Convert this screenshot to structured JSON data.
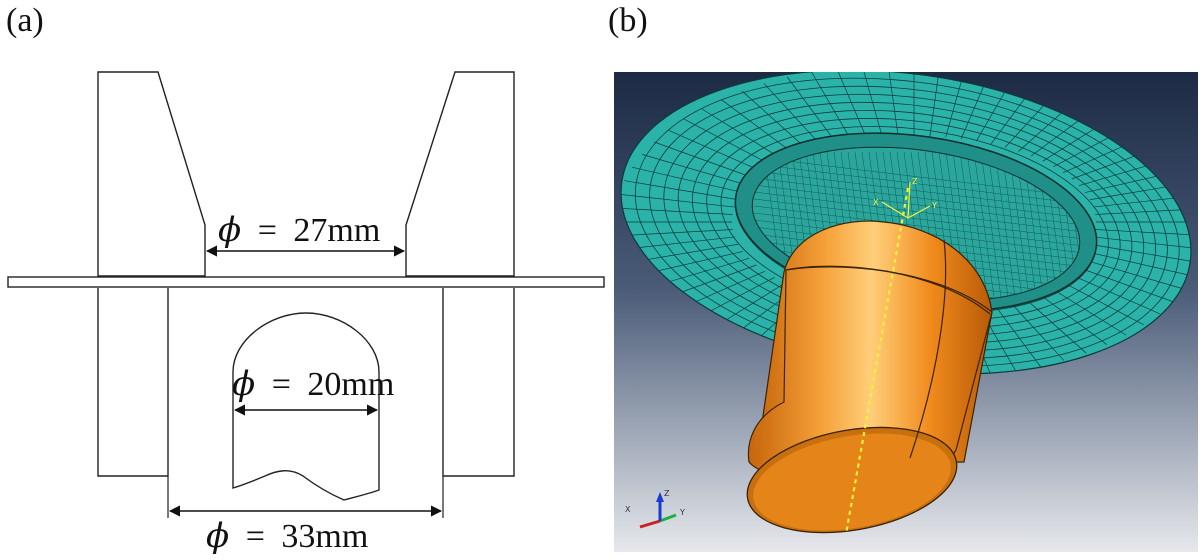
{
  "panels": {
    "a": {
      "label": "(a)"
    },
    "b": {
      "label": "(b)"
    }
  },
  "dimensions": [
    {
      "symbol": "ϕ",
      "equals": "=",
      "value": "27mm"
    },
    {
      "symbol": "ϕ",
      "equals": "=",
      "value": "20mm"
    },
    {
      "symbol": "ϕ",
      "equals": "=",
      "value": "33mm"
    }
  ],
  "triad": {
    "x": "X",
    "y": "Y",
    "z": "Z",
    "colors": {
      "x": "#cc2020",
      "y": "#20b040",
      "z": "#1a3ad0"
    }
  },
  "local_axes": {
    "x": "X",
    "y": "Y",
    "z": "Z"
  },
  "colors": {
    "sheet_mesh": "#2bb3a9",
    "punch": "#f08a1c",
    "axis_line": "#f2f23a",
    "background_top": "#1c2a44",
    "background_bottom": "#e6e8ec"
  }
}
